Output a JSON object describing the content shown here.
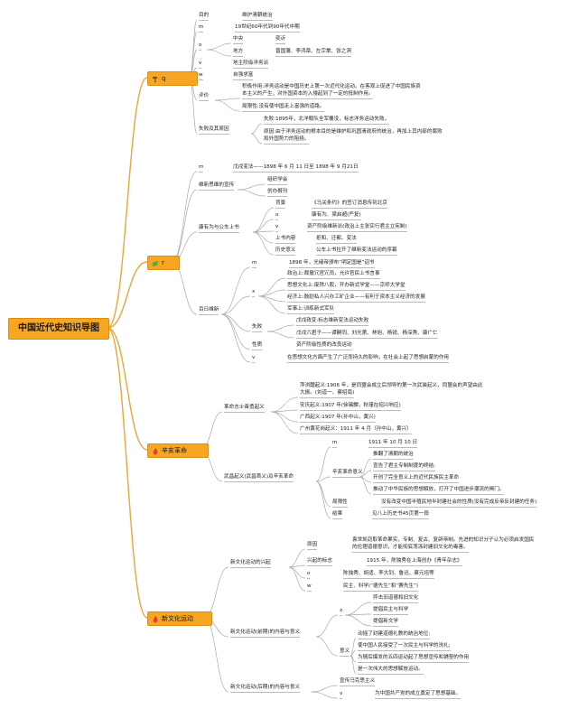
{
  "root": "中国近代史知识导图",
  "branches": {
    "yangwu": {
      "label": "q",
      "n_goal": "目的",
      "v_goal": "维护清朝统治",
      "n_time": "m",
      "v_time": "19世纪60年代到90年代中期",
      "n_people": "o",
      "n_central": "中央",
      "v_central": "奕䜣",
      "n_local": "地方",
      "v_local": "曾国藩、李鸿章、左宗棠、张之洞",
      "n_class": "v",
      "v_class": "地主阶级洋务派",
      "n_slogan": "w",
      "v_slogan": "自强求富",
      "n_eval": "评价",
      "v_eval_pos": "积极作用:洋务运动是中国历史上第一次近代化运动。在客观上促进了中国民族资本主义的产生，对外国资本的入侵起到了一定的抵制作用。",
      "v_eval_pos_1": "积极作用:洋务运动是中国历史上第一次近代化运动。在客观上促进了中国民族资",
      "v_eval_pos_2": "本主义的产生，对外国资本的入侵起到了一定的抵制作用。",
      "v_eval_neg": "局限性:没有使中国走上富强的道路。",
      "n_fail": "失败及其原因",
      "v_fail_1": "失败:1895年，北洋舰队全军覆没，标志洋务运动失败。",
      "v_fail_2a": "原因:由于洋务运动的根本目的是维护和巩固清政府的统治，再加上其内部的腐败",
      "v_fail_2b": "和外国势力的阻挠。"
    },
    "reform": {
      "label": "r",
      "n_m": "m",
      "v_m": "戊戌变法——1898 年 6 月 11 日至 1898 年 9 月21日",
      "n_prop": "维新思维的宣传",
      "v_prop_1": "组织学会",
      "v_prop_2": "创办报刊",
      "n_shang": "康有为与公车上书",
      "n_bg": "背景",
      "v_bg": "《马关条约》的签订消息传到北京",
      "n_o": "o",
      "v_o": "康有为、梁启超(严复)",
      "n_v": "v",
      "v_v": "资产阶级维新派(政治上主张实行君主立宪制)",
      "n_content": "上书内容",
      "v_content": "拒和、迁都、变法",
      "n_hist": "历史意义",
      "v_hist": "公车上书拉开了维新变法运动的序幕",
      "n_bairi": "百日维新",
      "n_m2": "m",
      "v_m2": "1898 年，光绪帝颁布“明定国是”诏书",
      "n_x": "x",
      "v_x1": "政治上:裁撤冗官冗员，允许官民上书言事",
      "v_x2": "思想文化上:废除八股，开办新式学堂——京师大学堂",
      "v_x3": "经济上:鼓励私人兴办工矿企业——有利于资本主义经济的发展",
      "v_x4": "军事上:训练新式军队",
      "n_fail": "失败",
      "v_fail_1": "戊戌政变:标志维新变法运动失败",
      "v_fail_2": "戊戌六君子——谭嗣同、刘光第、林旭、杨锐、杨深秀、康广仁",
      "n_nature": "性质",
      "v_nature": "资产阶级性质的改良运动",
      "n_vv": "v",
      "v_vv": "在思想文化方面产生了广泛而持久的影响，在社会上起了思想启蒙的作用"
    },
    "xinhai": {
      "label": "辛亥革命",
      "n_rev": "革命志士奋勇起义",
      "v_r1a": "萍浏醴起义:1906 年，是同盟会成立后领导的第一次武装起义，同盟会的声望由此",
      "v_r1b": "大振。(刘道一、蔡绍南)",
      "v_r2": "安庆起义:1907 年(徐锡麟，秋瑾在绍兴响应)",
      "v_r3": "广西起义:1907 年(孙中山，黄兴)",
      "v_r4": "广州黄花岗起义：1911 年 4 月（孙中山，黄兴）",
      "n_wuchang": "武昌起义(武昌首义)及辛亥革命",
      "n_m": "m",
      "v_m": "1911 年 10 月 10 日",
      "n_sig": "辛亥革命意义",
      "v_s1": "推翻了清朝的统治",
      "v_s2": "宣告了君主专制制度的终结;",
      "v_s3": "开创了完全意义上的近代民族民主革命",
      "v_s4": "推动了中华民族的思想解放，打开了中国进步潮流的闸门。",
      "n_limit": "局限性",
      "v_limit": "没有改变中国半殖民地半封建社会的性质(没有完成反帝反封建的任务)",
      "n_result": "结果",
      "v_result": "见八上历史书45页第一段"
    },
    "xinwenhua": {
      "label": "新文化运动",
      "n_rise": "新文化运动的兴起",
      "n_cause": "原因",
      "v_cause_a": "袁世凯窃取革命果实，专制、复古、复辟帝制。先进的知识分子认为必须启发国民",
      "v_cause_b": "的伦理道德意识，才能彻底荡涤封建旧文化的毒害。",
      "n_mark": "兴起的标志",
      "v_mark": "1915 年，陈独秀在上海创办《青年杂志》",
      "n_o": "o",
      "v_o": "陈独秀、胡适、李大钊、鲁迅、蔡元培等",
      "n_w": "w",
      "v_w": "民主、科学(“德先生”和“赛先生”)",
      "n_early": "新文化运动(前期)的内容与意义",
      "n_x": "x",
      "v_x1": "抨击旧道德和旧文化",
      "v_x2": "提倡民主与科学",
      "v_x3": "提倡新文学",
      "n_sig": "意义",
      "v_s1": "动摇了封建道德礼教的统治地位;",
      "v_s2": "使中国人民接受了一次民主与科学的洗礼;",
      "v_s3": "为随后爆发的五四运动起了思想宣传和铺垫的作用",
      "v_s4": "是一次伟大的思想解放运动。",
      "n_late": "新文化运动(后期)的内容与意义",
      "v_late1": "宣传马克思主义",
      "n_vv": "v",
      "v_late2": "为中国共产党的成立奠定了思想基础。"
    }
  }
}
